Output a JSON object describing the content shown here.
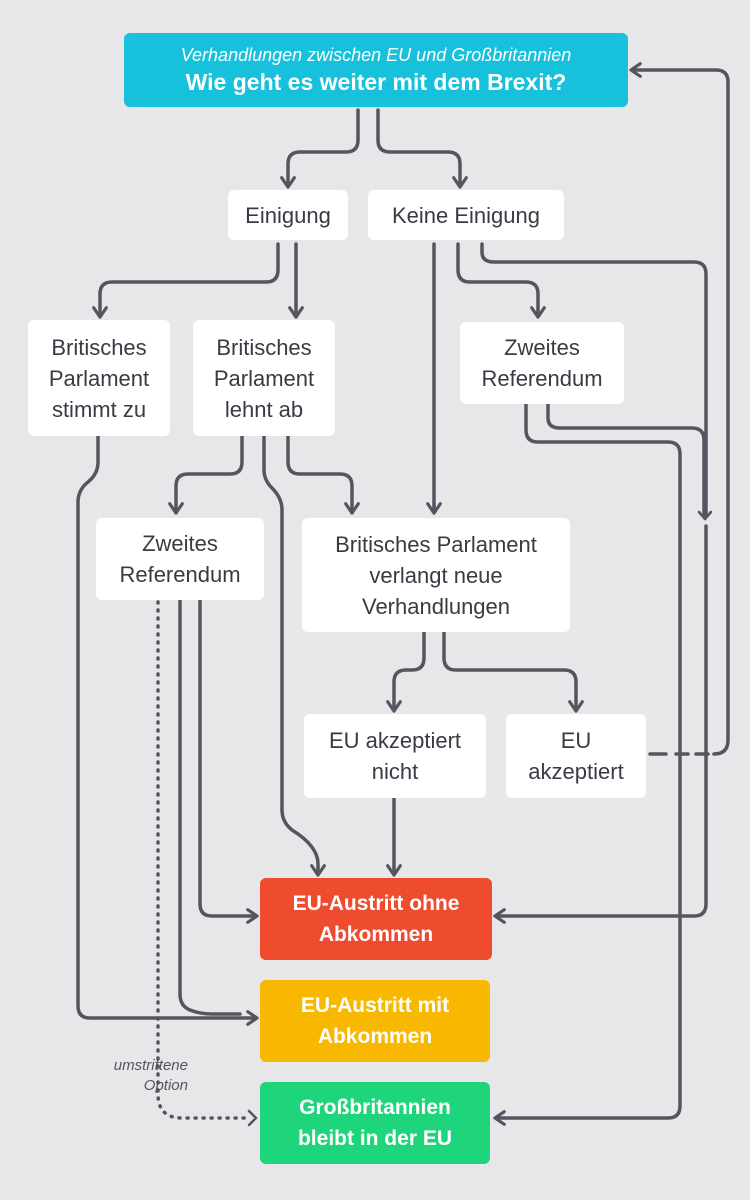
{
  "header": {
    "subtitle": "Verhandlungen zwischen EU und Großbritannien",
    "title": "Wie geht es weiter mit dem Brexit?"
  },
  "nodes": {
    "einigung": [
      "Einigung"
    ],
    "keine_einigung": [
      "Keine Einigung"
    ],
    "parlament_stimmt_zu": [
      "Britisches",
      "Parlament",
      "stimmt zu"
    ],
    "parlament_lehnt_ab": [
      "Britisches",
      "Parlament",
      "lehnt ab"
    ],
    "zweites_referendum_rechts": [
      "Zweites",
      "Referendum"
    ],
    "zweites_referendum_links": [
      "Zweites",
      "Referendum"
    ],
    "neue_verhandlungen": [
      "Britisches Parlament",
      "verlangt neue",
      "Verhandlungen"
    ],
    "eu_akzeptiert_nicht": [
      "EU akzeptiert",
      "nicht"
    ],
    "eu_akzeptiert": [
      "EU",
      "akzeptiert"
    ]
  },
  "outcomes": {
    "ohne_abkommen": [
      "EU-Austritt ohne",
      "Abkommen"
    ],
    "mit_abkommen": [
      "EU-Austritt mit",
      "Abkommen"
    ],
    "bleibt": [
      "Großbritannien",
      "bleibt in der EU"
    ]
  },
  "annotation": [
    "umstrittene",
    "Option"
  ],
  "colors": {
    "background": "#e7e7ea",
    "line": "#55555f",
    "title": "#17c1dc",
    "no_deal": "#ef4b2f",
    "deal": "#f9b800",
    "remain": "#1fd57b"
  }
}
